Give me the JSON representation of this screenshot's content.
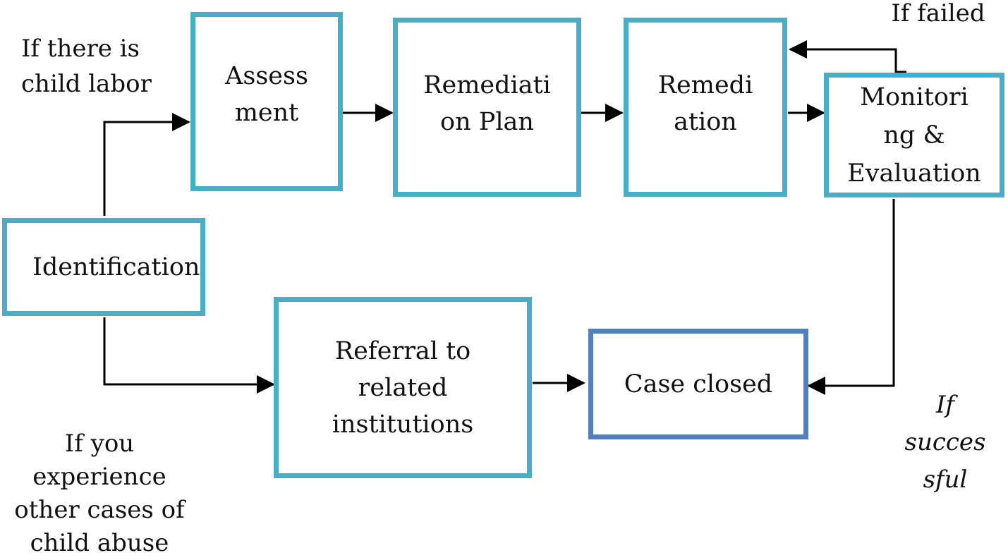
{
  "nodes": {
    "identification": {
      "lines": [
        "Identification"
      ]
    },
    "assessment": {
      "lines": [
        "Assess",
        "ment"
      ]
    },
    "remediation_plan": {
      "lines": [
        "Remediati",
        "on Plan"
      ]
    },
    "remediation": {
      "lines": [
        "Remedi",
        "ation"
      ]
    },
    "monitoring": {
      "lines": [
        "Monitori",
        "ng &",
        "Evaluation"
      ]
    },
    "referral": {
      "lines": [
        "Referral to",
        "related",
        "institutions"
      ]
    },
    "case_closed": {
      "lines": [
        "Case closed"
      ]
    }
  },
  "labels": {
    "child_labor": {
      "lines": [
        "If there is",
        "child labor"
      ]
    },
    "other_abuse": {
      "lines": [
        "If you",
        "experience",
        "other cases of",
        "child abuse"
      ]
    },
    "failed": {
      "lines": [
        "If failed"
      ]
    },
    "successful": {
      "lines": [
        "If",
        "succes",
        "sful"
      ]
    }
  },
  "colors": {
    "box_border": "#4bacc6",
    "closed_border": "#4f81bd",
    "connector": "#000000"
  }
}
